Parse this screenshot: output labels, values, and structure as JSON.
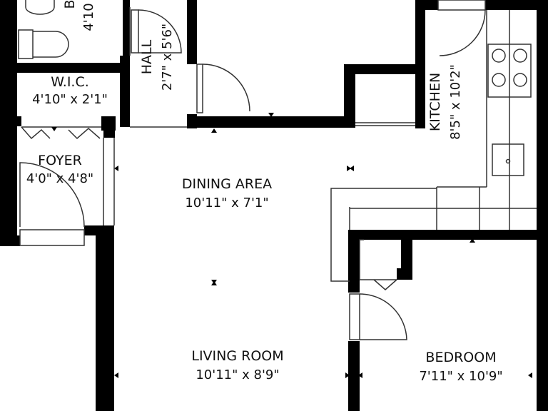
{
  "rooms": {
    "bath": {
      "name": "B",
      "dims": "4'10"
    },
    "hall": {
      "name": "HALL",
      "dims": "2'7\" x 5'6\""
    },
    "wic": {
      "name": "W.I.C.",
      "dims": "4'10\" x 2'1\""
    },
    "foyer": {
      "name": "FOYER",
      "dims": "4'0\" x 4'8\""
    },
    "kitchen": {
      "name": "KITCHEN",
      "dims": "8'5\" x 10'2\""
    },
    "dining": {
      "name": "DINING AREA",
      "dims": "10'11\" x 7'1\""
    },
    "living": {
      "name": "LIVING ROOM",
      "dims": "10'11\" x 8'9\""
    },
    "bedroom": {
      "name": "BEDROOM",
      "dims": "7'11\" x 10'9\""
    }
  },
  "colors": {
    "wall": "#000000",
    "line": "#333333",
    "background": "#ffffff"
  }
}
